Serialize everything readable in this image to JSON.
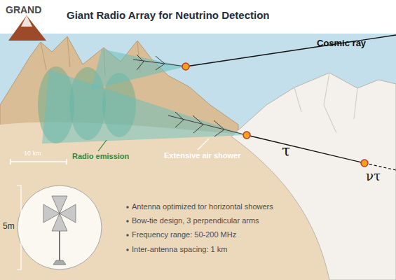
{
  "diagram": {
    "title": "Giant Radio Array for Neutrino Detection",
    "labels": [
      "GRAND",
      "Cosmic ray",
      "10 km",
      "Radio emission",
      "Extensive air shower",
      "τ",
      "ντ",
      "5m",
      "Antenna optimized tor horizontal showers",
      "Bow-tie design, 3 perpendicular arms",
      "Frequency range: 50-200 MHz",
      "Inter-antenna spacing: 1 km"
    ]
  }
}
